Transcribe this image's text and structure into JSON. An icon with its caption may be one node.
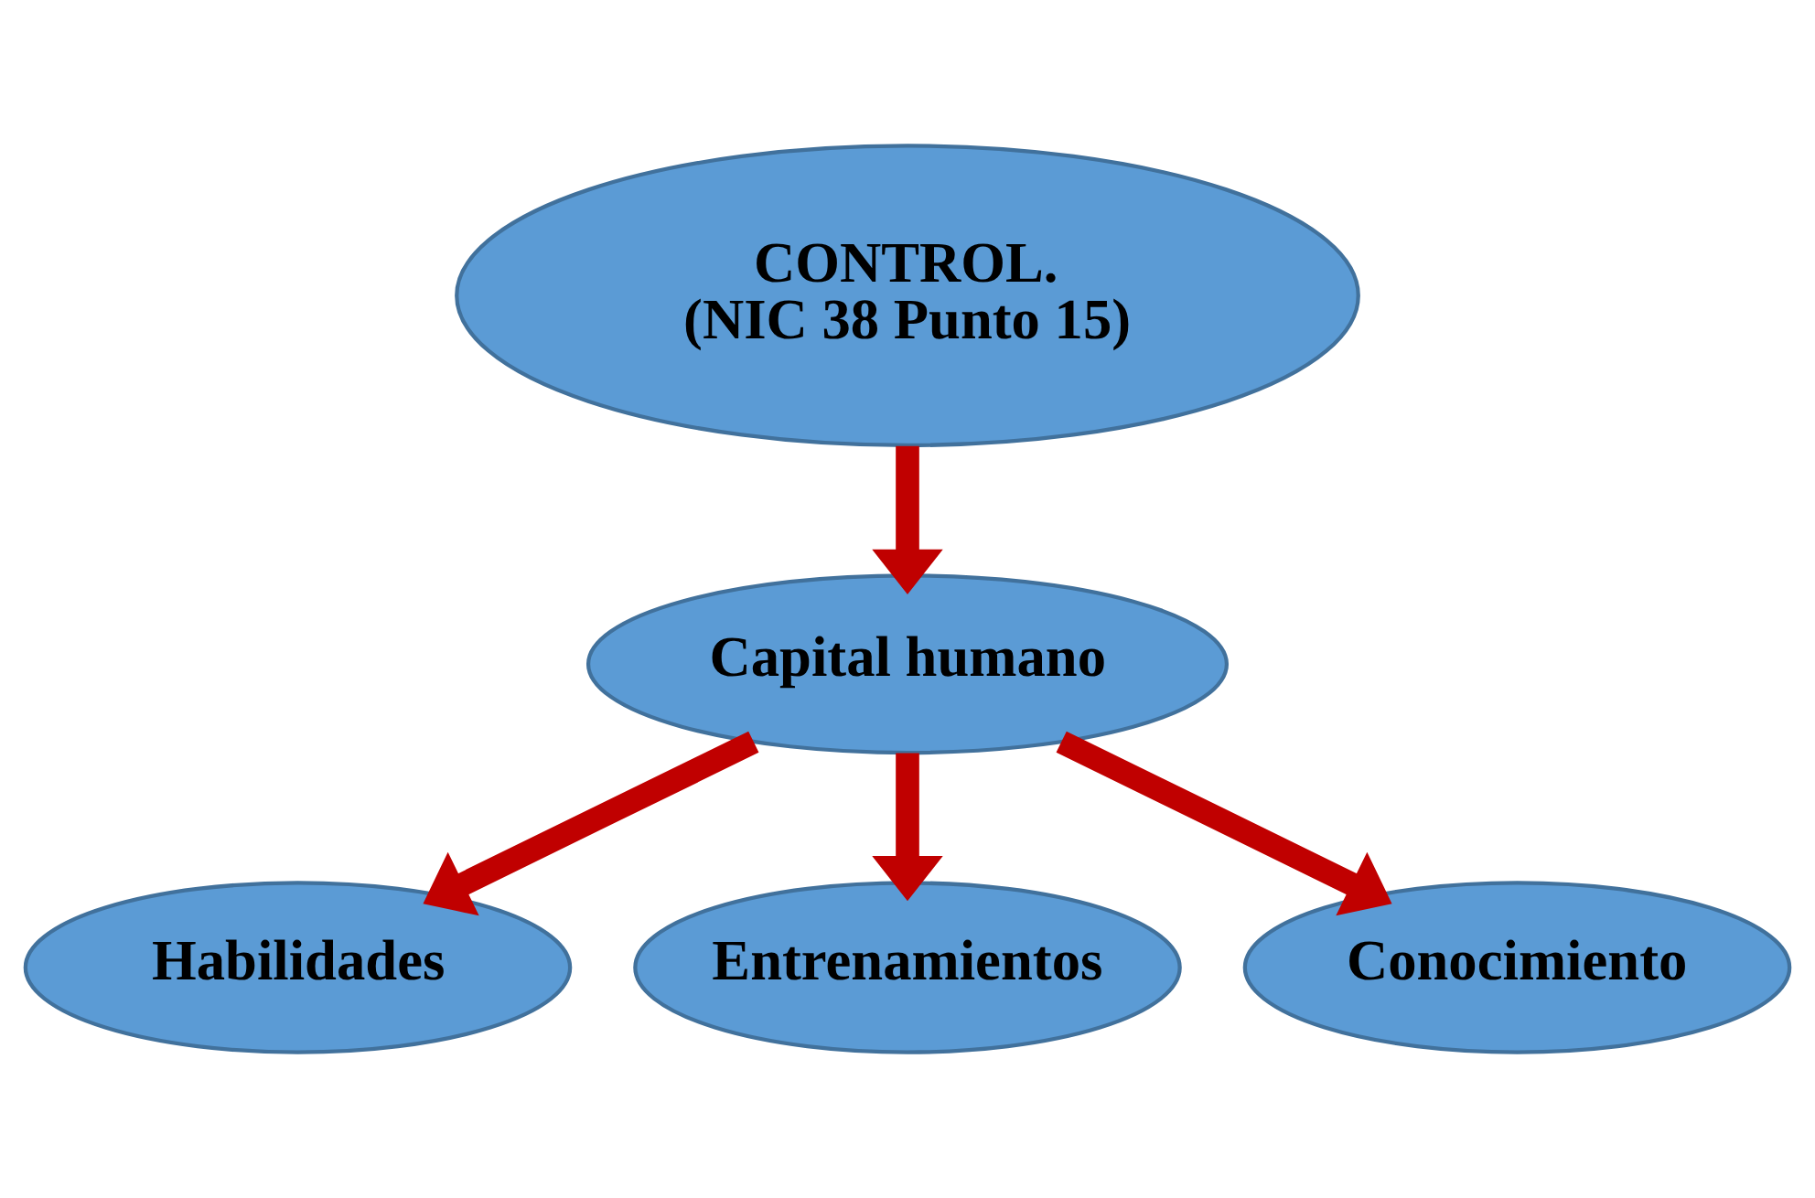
{
  "diagram": {
    "nodes": [
      {
        "text": [
          "CONTROL.",
          "(NIC 38 Punto 15)"
        ]
      },
      {
        "text": [
          "Capital humano"
        ]
      },
      {
        "text": [
          "Habilidades"
        ]
      },
      {
        "text": [
          "Entrenamientos"
        ]
      },
      {
        "text": [
          "Conocimiento"
        ]
      }
    ],
    "edges": [
      {
        "from": 0,
        "to": 1,
        "arrow": "to"
      },
      {
        "from": 1,
        "to": 2,
        "arrow": "to"
      },
      {
        "from": 1,
        "to": 3,
        "arrow": "to"
      },
      {
        "from": 1,
        "to": 4,
        "arrow": "to"
      }
    ]
  }
}
